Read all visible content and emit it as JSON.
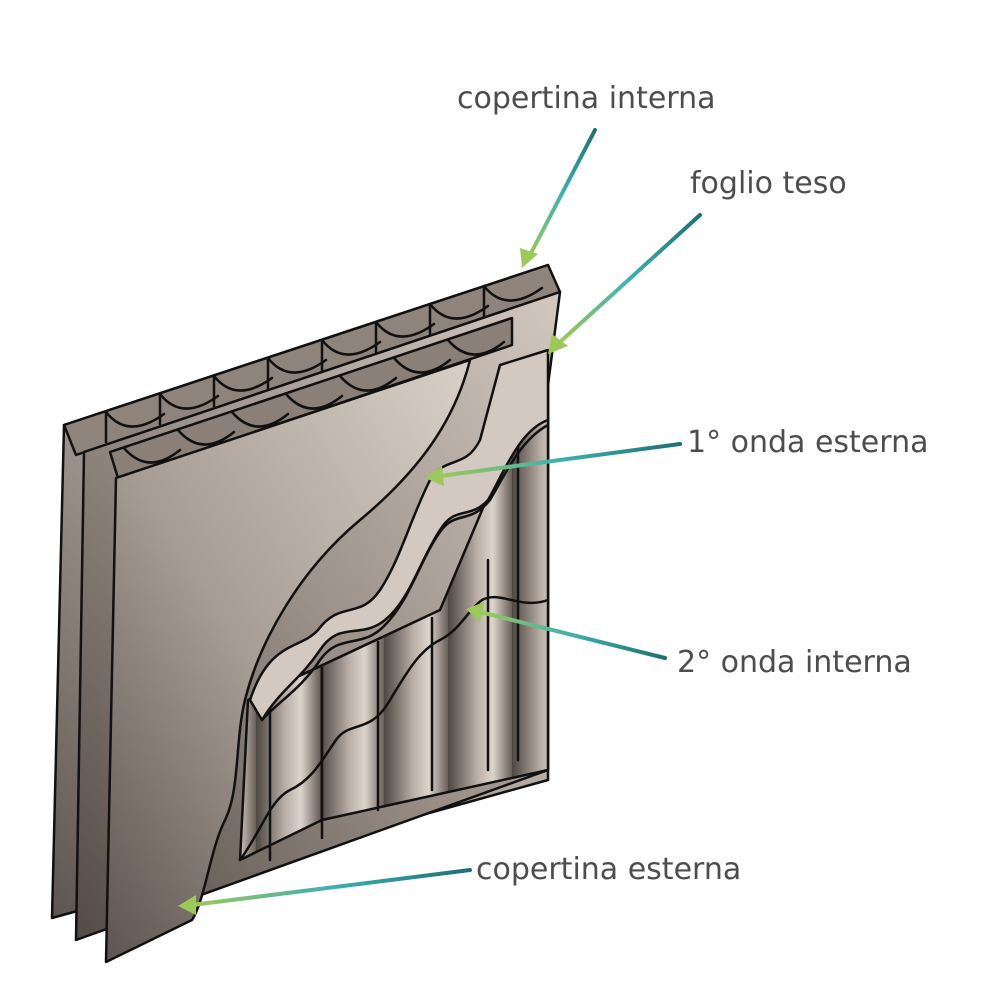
{
  "labels": {
    "inner_liner": "copertina interna",
    "medium": "foglio teso",
    "outer_flute": "1° onda esterna",
    "inner_flute": "2° onda interna",
    "outer_liner": "copertina esterna"
  },
  "colors": {
    "board_light": "#cfc5bb",
    "board_dark": "#5a514c",
    "arrow_head": "#9dc85a",
    "arrow_mid": "#3fb0b0",
    "arrow_tail": "#1e6f73",
    "label_text": "#4d4d4d"
  }
}
